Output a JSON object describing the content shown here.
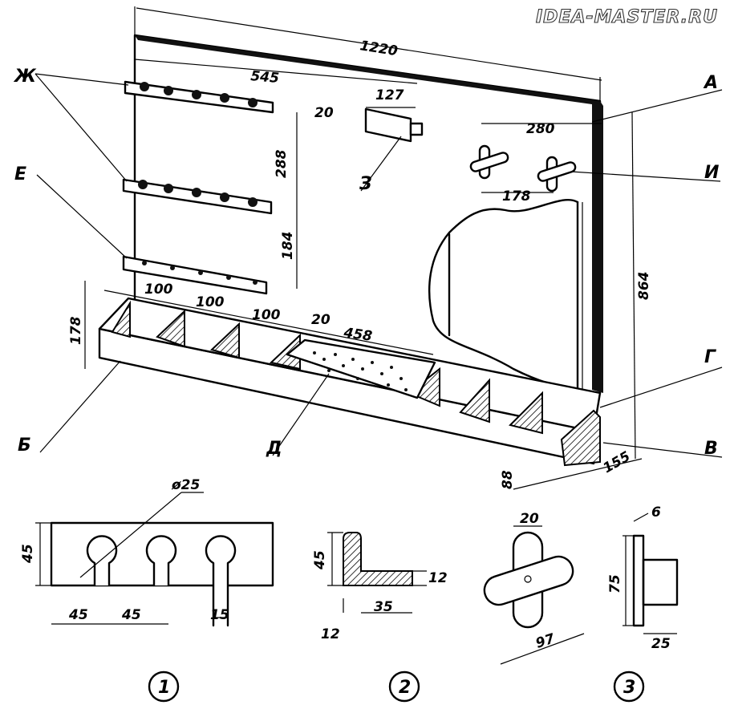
{
  "watermark": "IDEA-MASTER.RU",
  "main_view": {
    "dimensions": {
      "overall_width": "1220",
      "upper_width": "545",
      "holder_width": "127",
      "ridge": "20",
      "rack_spacing": "288",
      "lower_spacing": "184",
      "pin_spacing": "280",
      "pin_gap": "178",
      "height": "864",
      "shelf_depth": "178",
      "bay_1": "100",
      "bay_2": "100",
      "bay_3": "100",
      "slat": "20",
      "tray_length": "458",
      "base_height": "88",
      "base_depth": "155"
    },
    "callouts": {
      "A": "А",
      "B": "Б",
      "V": "В",
      "G": "Г",
      "D": "Д",
      "E": "Е",
      "Zh": "Ж",
      "Z": "З",
      "I": "И"
    }
  },
  "detail_1": {
    "number": "1",
    "hole_diameter": "ø25",
    "height": "45",
    "pitch_1": "45",
    "pitch_2": "45",
    "slot_width": "15"
  },
  "detail_2": {
    "number": "2",
    "height": "45",
    "thickness": "12",
    "width": "35",
    "wall": "12"
  },
  "detail_3": {
    "number": "3",
    "pin_width": "20",
    "cross_length": "97",
    "side_height": "75",
    "plate": "6",
    "block_depth": "25"
  },
  "colors": {
    "ink": "#000000",
    "paper": "#ffffff"
  }
}
